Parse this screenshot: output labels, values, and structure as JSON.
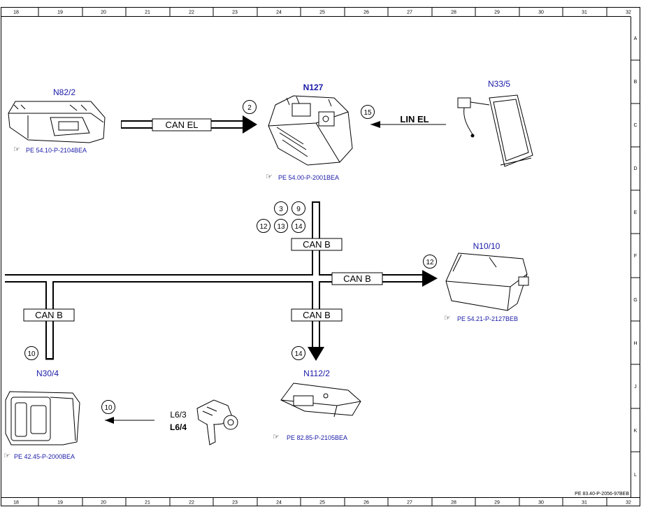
{
  "grid": {
    "columns": [
      "18",
      "19",
      "20",
      "21",
      "22",
      "23",
      "24",
      "25",
      "26",
      "27",
      "28",
      "29",
      "30",
      "31",
      "32"
    ],
    "rows": [
      "A",
      "B",
      "C",
      "D",
      "E",
      "F",
      "G",
      "H",
      "J",
      "K",
      "L"
    ]
  },
  "components": {
    "n82_2": {
      "label": "N82/2",
      "ref": "PE 54.10-P-2104BEA"
    },
    "n127": {
      "label": "N127",
      "ref": "PE 54.00-P-2001BEA"
    },
    "n33_5": {
      "label": "N33/5"
    },
    "n10_10": {
      "label": "N10/10",
      "ref": "PE 54.21-P-2127BEB"
    },
    "n30_4": {
      "label": "N30/4",
      "ref": "PE 42.45-P-2000BEA"
    },
    "n112_2": {
      "label": "N112/2",
      "ref": "PE 82.85-P-2105BEA"
    },
    "l6": {
      "label_top": "L6/3",
      "label_bottom": "L6/4"
    }
  },
  "buses": {
    "can_el": "CAN EL",
    "lin_el": "LIN EL",
    "can_b_top": "CAN B",
    "can_b_right": "CAN B",
    "can_b_left": "CAN B",
    "can_b_down": "CAN B"
  },
  "callouts": {
    "c2": "2",
    "c15": "15",
    "c3": "3",
    "c9": "9",
    "c12a": "12",
    "c13": "13",
    "c14a": "14",
    "c12b": "12",
    "c14b": "14",
    "c10a": "10",
    "c10b": "10"
  },
  "doc_ref": "PE 83.40-P-2056-97BEB"
}
